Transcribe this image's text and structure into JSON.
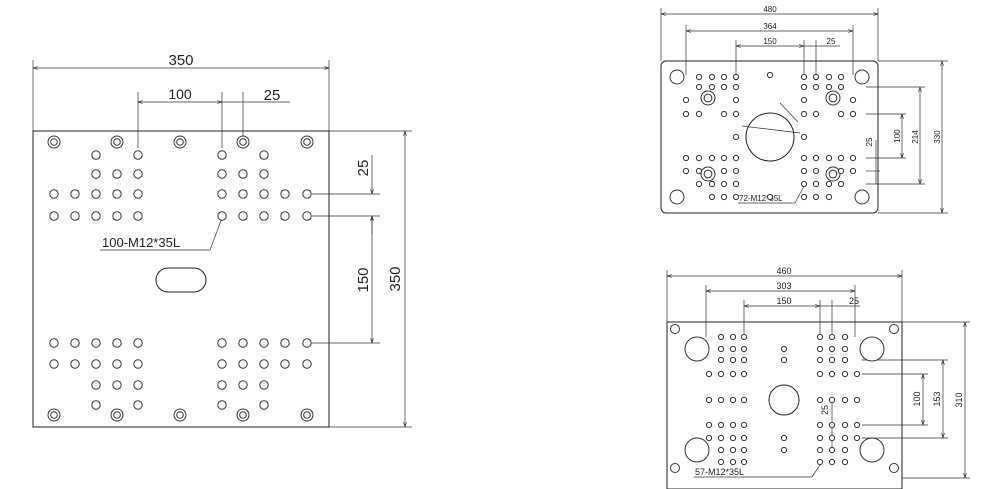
{
  "plate_a": {
    "width_dim": "350",
    "height_dim": "350",
    "dim_100": "100",
    "dim_25_top": "25",
    "dim_25_side": "25",
    "dim_150": "150",
    "callout": "100-M12*35L"
  },
  "plate_b": {
    "dim_480": "480",
    "dim_364": "364",
    "dim_150": "150",
    "dim_25": "25",
    "dim_100": "100",
    "dim_25_side": "25",
    "dim_214": "214",
    "dim_330": "330",
    "callout": "72-M12*35L"
  },
  "plate_c": {
    "dim_460": "460",
    "dim_303": "303",
    "dim_150": "150",
    "dim_25": "25",
    "dim_100": "100",
    "dim_153": "153",
    "dim_310": "310",
    "dim_25_inner": "25",
    "callout": "57-M12*35L"
  }
}
